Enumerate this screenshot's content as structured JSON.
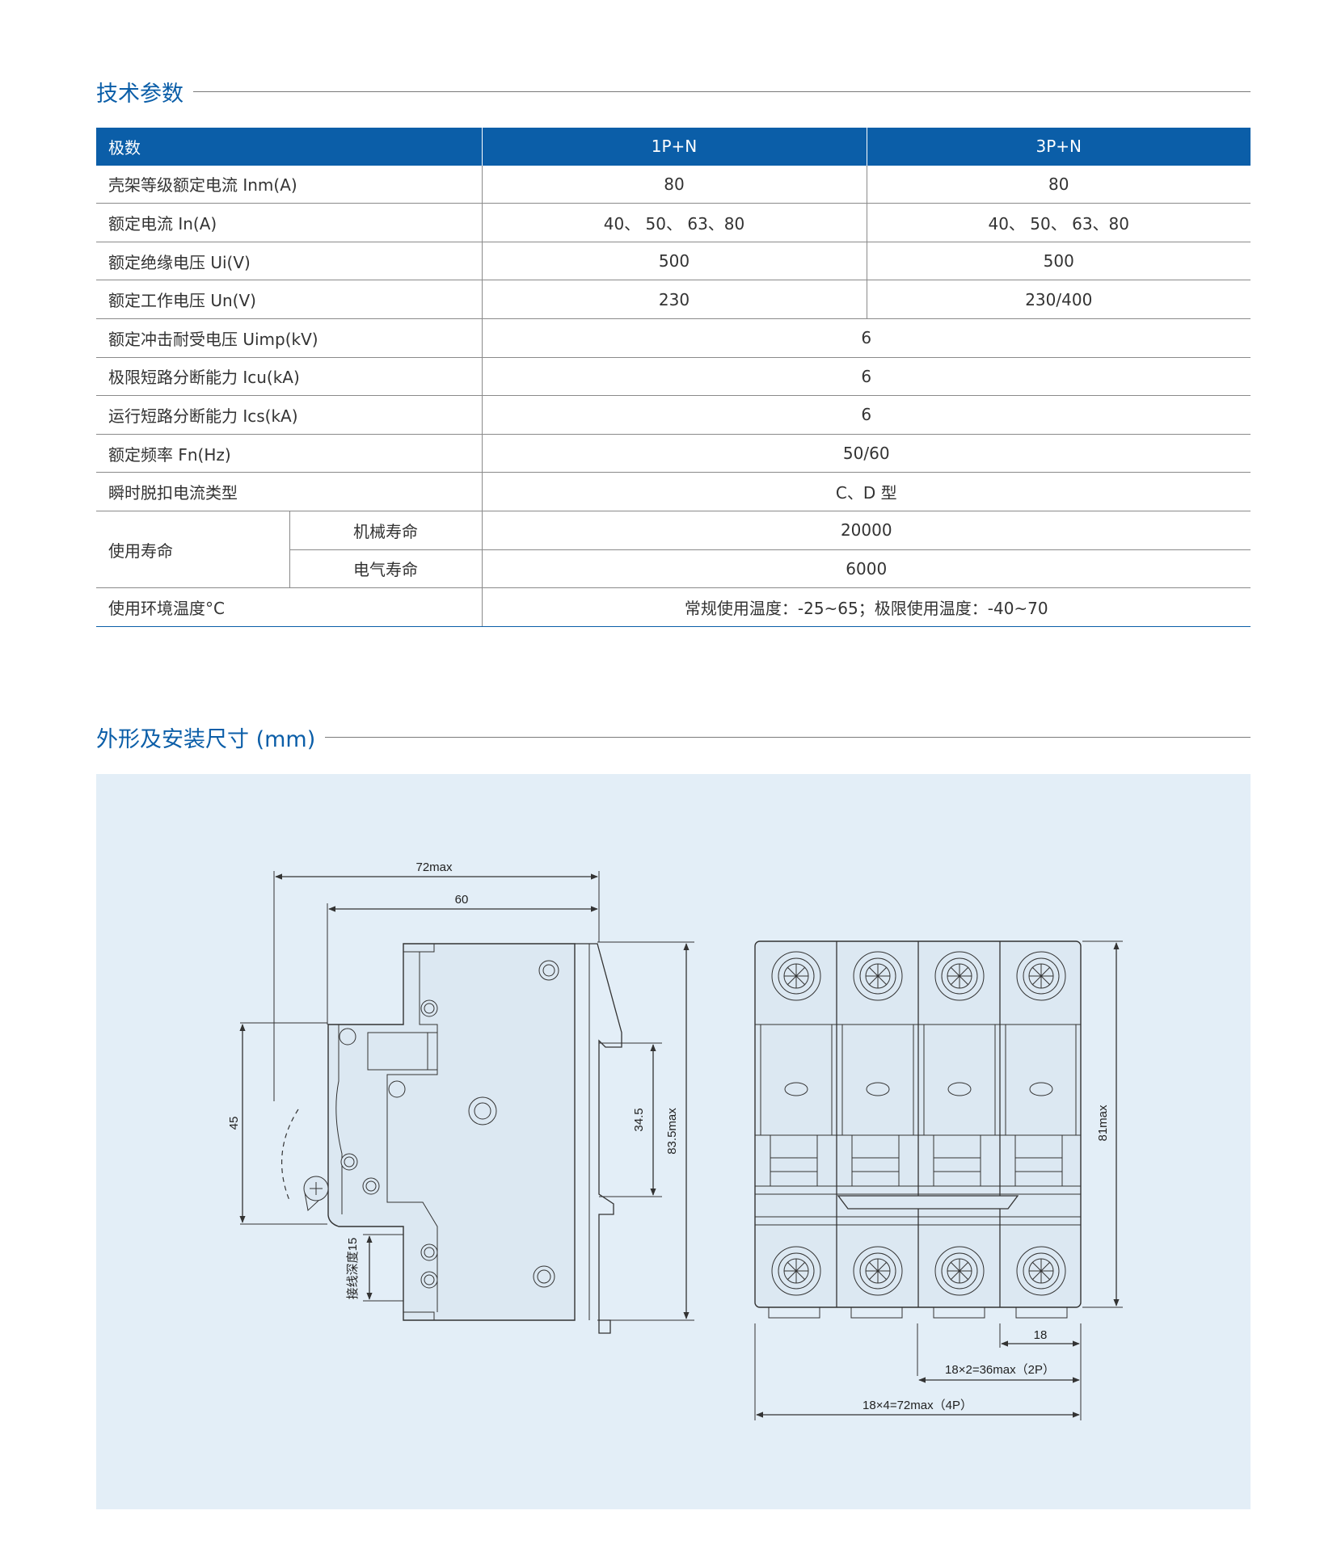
{
  "sections": {
    "tech_params_title": "技术参数",
    "dimensions_title": "外形及安装尺寸 (mm)"
  },
  "table": {
    "header": {
      "label": "极数",
      "col1": "1P+N",
      "col2": "3P+N"
    },
    "rows": [
      {
        "label": "壳架等级额定电流 Inm(A)",
        "col1": "80",
        "col2": "80"
      },
      {
        "label": "额定电流 In(A)",
        "col1": "40、 50、 63、80",
        "col2": "40、 50、 63、80"
      },
      {
        "label": "额定绝缘电压 Ui(V)",
        "col1": "500",
        "col2": "500"
      },
      {
        "label": "额定工作电压 Un(V)",
        "col1": "230",
        "col2": "230/400"
      }
    ],
    "merged_rows": [
      {
        "label": "额定冲击耐受电压 Uimp(kV)",
        "value": "6"
      },
      {
        "label": "极限短路分断能力 Icu(kA)",
        "value": "6"
      },
      {
        "label": "运行短路分断能力 Ics(kA)",
        "value": "6"
      },
      {
        "label": "额定频率 Fn(Hz)",
        "value": "50/60"
      },
      {
        "label": "瞬时脱扣电流类型",
        "value": "C、D 型"
      }
    ],
    "life": {
      "label": "使用寿命",
      "mechanical_label": "机械寿命",
      "mechanical_value": "20000",
      "electrical_label": "电气寿命",
      "electrical_value": "6000"
    },
    "temperature": {
      "label": "使用环境温度°C",
      "value": "常规使用温度：-25~65；极限使用温度：-40~70"
    }
  },
  "drawing": {
    "side_view": {
      "width_max": "72max",
      "width": "60",
      "height_left": "45",
      "height_mid": "34.5",
      "height_max": "83.5max",
      "wiring_depth": "接线深度15"
    },
    "front_view": {
      "height_max": "81max",
      "pole_width": "18",
      "two_pole": "18×2=36max（2P）",
      "four_pole": "18×4=72max（4P）"
    }
  },
  "colors": {
    "accent": "#0b5ea8",
    "drawing_bg": "#e3eef7"
  }
}
